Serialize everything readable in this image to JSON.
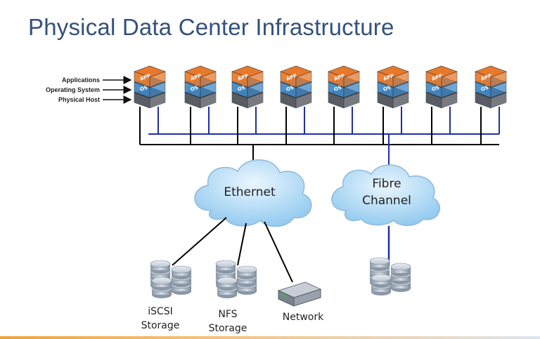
{
  "title": "Physical Data Center Infrastructure",
  "stack_labels": {
    "applications": "Applications",
    "operating_system": "Operating System",
    "physical_host": "Physical Host"
  },
  "layer_text": {
    "app": "APP",
    "os": "OS"
  },
  "hosts": [
    {
      "id": 1
    },
    {
      "id": 2
    },
    {
      "id": 3
    },
    {
      "id": 4
    },
    {
      "id": 5
    },
    {
      "id": 6
    },
    {
      "id": 7
    },
    {
      "id": 8
    }
  ],
  "clouds": {
    "ethernet": "Ethernet",
    "fibre_line1": "Fibre",
    "fibre_line2": "Channel"
  },
  "endpoints": {
    "iscsi_line1": "iSCSI",
    "iscsi_line2": "Storage",
    "nfs_line1": "NFS",
    "nfs_line2": "Storage",
    "network": "Network"
  },
  "colors": {
    "title": "#34517c",
    "app_layer": "#e8792b",
    "os_layer": "#3f88c5",
    "host_layer": "#4a4f57",
    "ethernet_bus": "#000000",
    "fibre_bus": "#1f2fa8",
    "cloud": "#bfe0f7"
  }
}
